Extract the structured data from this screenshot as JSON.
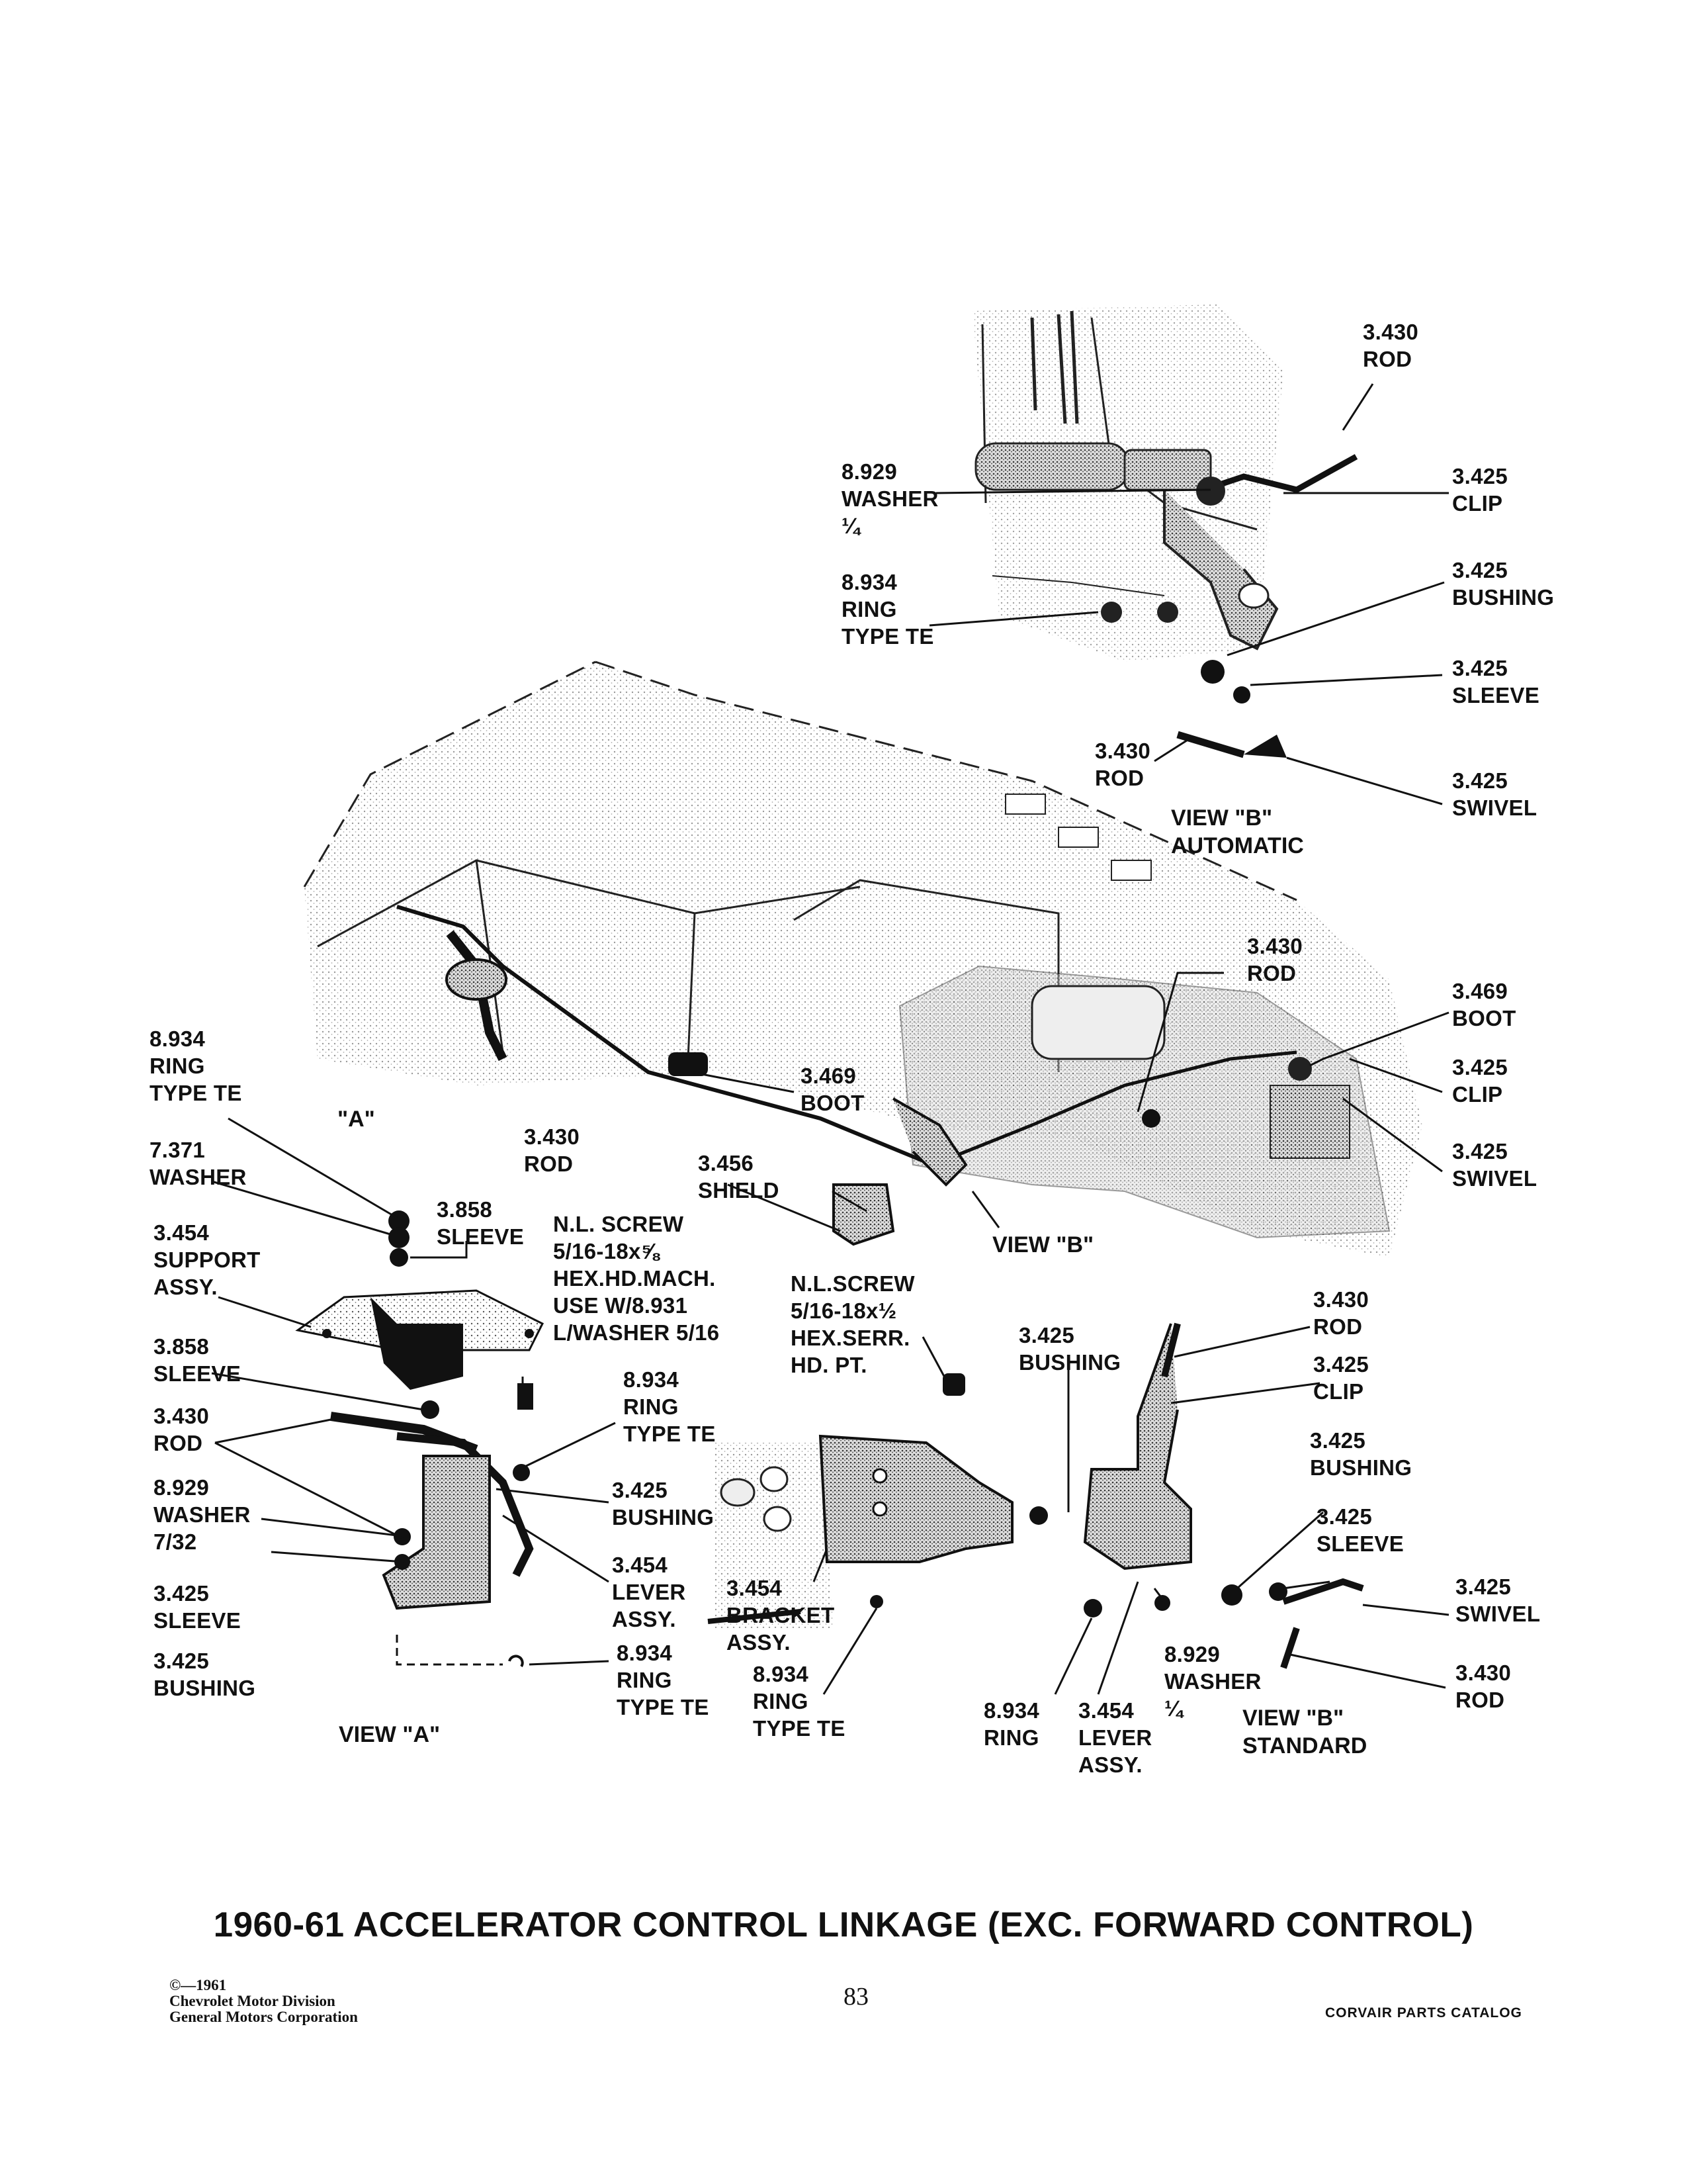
{
  "page": {
    "title": "1960-61 ACCELERATOR CONTROL LINKAGE (EXC. FORWARD CONTROL)",
    "copyright": "©—1961\nChevrolet Motor Division\nGeneral Motors Corporation",
    "page_number": "83",
    "catalog_name": "CORVAIR PARTS CATALOG"
  },
  "view_labels": {
    "a_marker": "\"A\"",
    "view_a": "VIEW \"A\"",
    "view_b_marker": "VIEW \"B\"",
    "view_b_automatic": "VIEW \"B\"\nAUTOMATIC",
    "view_b_standard": "VIEW \"B\"\nSTANDARD"
  },
  "callouts": {
    "auto_rod_top": "3.430\nROD",
    "auto_clip": "3.425\nCLIP",
    "auto_washer": "8.929\nWASHER\n¼",
    "auto_ring": "8.934\nRING\nTYPE TE",
    "auto_bushing": "3.425\nBUSHING",
    "auto_sleeve": "3.425\nSLEEVE",
    "auto_rod_bottom": "3.430\nROD",
    "auto_swivel": "3.425\nSWIVEL",
    "main_rod_right": "3.430\nROD",
    "main_boot_right": "3.469\nBOOT",
    "main_clip_right": "3.425\nCLIP",
    "main_swivel_right": "3.425\nSWIVEL",
    "main_boot_center": "3.469\nBOOT",
    "main_rod_center": "3.430\nROD",
    "main_shield": "3.456\nSHIELD",
    "a_ring_top": "8.934\nRING\nTYPE TE",
    "a_washer": "7.371\nWASHER",
    "a_sleeve_top": "3.858\nSLEEVE",
    "a_support": "3.454\nSUPPORT\nASSY.",
    "a_screw": "N.L. SCREW\n5/16-18x⅝\nHEX.HD.MACH.\nUSE W/8.931\nL/WASHER 5/16",
    "a_sleeve_mid": "3.858\nSLEEVE",
    "a_rod": "3.430\nROD",
    "a_ring_mid": "8.934\nRING\nTYPE TE",
    "a_washer_732": "8.929\nWASHER\n7/32",
    "a_bushing_right": "3.425\nBUSHING",
    "a_lever": "3.454\nLEVER\nASSY.",
    "a_sleeve_low": "3.425\nSLEEVE",
    "a_bushing_low": "3.425\nBUSHING",
    "a_ring_low": "8.934\nRING\nTYPE TE",
    "s_screw": "N.L.SCREW\n5/16-18x½\nHEX.SERR.\nHD. PT.",
    "s_bracket": "3.454\nBRACKET\nASSY.",
    "s_ring_left": "8.934\nRING\nTYPE TE",
    "s_bushing_top": "3.425\nBUSHING",
    "s_rod_top": "3.430\nROD",
    "s_clip": "3.425\nCLIP",
    "s_bushing_right": "3.425\nBUSHING",
    "s_sleeve": "3.425\nSLEEVE",
    "s_swivel": "3.425\nSWIVEL",
    "s_washer": "8.929\nWASHER\n¼",
    "s_rod_bottom": "3.430\nROD",
    "s_ring": "8.934\nRING",
    "s_lever": "3.454\nLEVER\nASSY."
  }
}
